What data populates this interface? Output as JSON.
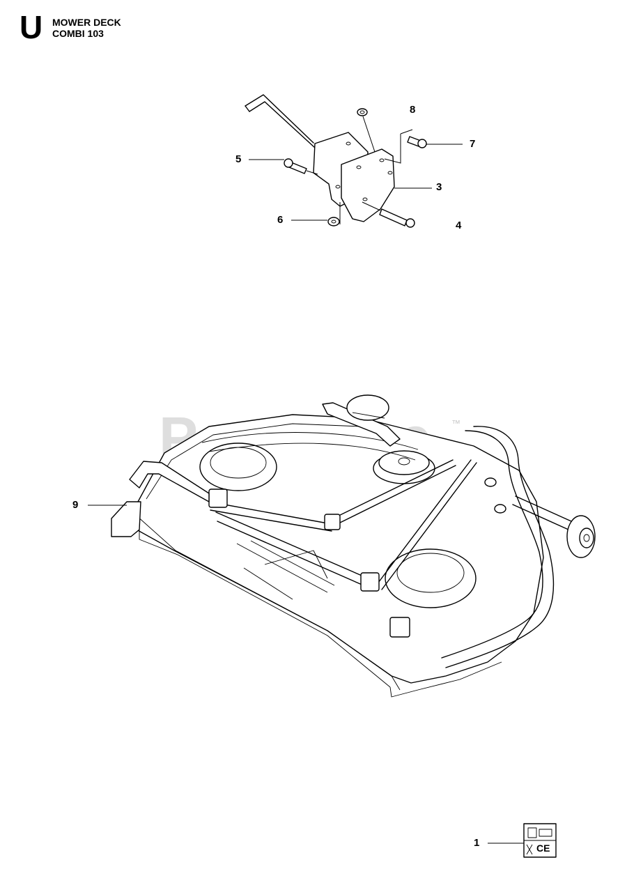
{
  "header": {
    "section_letter": "U",
    "title_line1": "MOWER DECK",
    "title_line2": "COMBI 103"
  },
  "watermark": {
    "text": "PartsTree",
    "trademark": "™"
  },
  "callouts": {
    "c1": "1",
    "c3": "3",
    "c4": "4",
    "c5": "5",
    "c6": "6",
    "c7": "7",
    "c8": "8",
    "c9": "9"
  },
  "label_sheet": {
    "mark": "CE"
  }
}
